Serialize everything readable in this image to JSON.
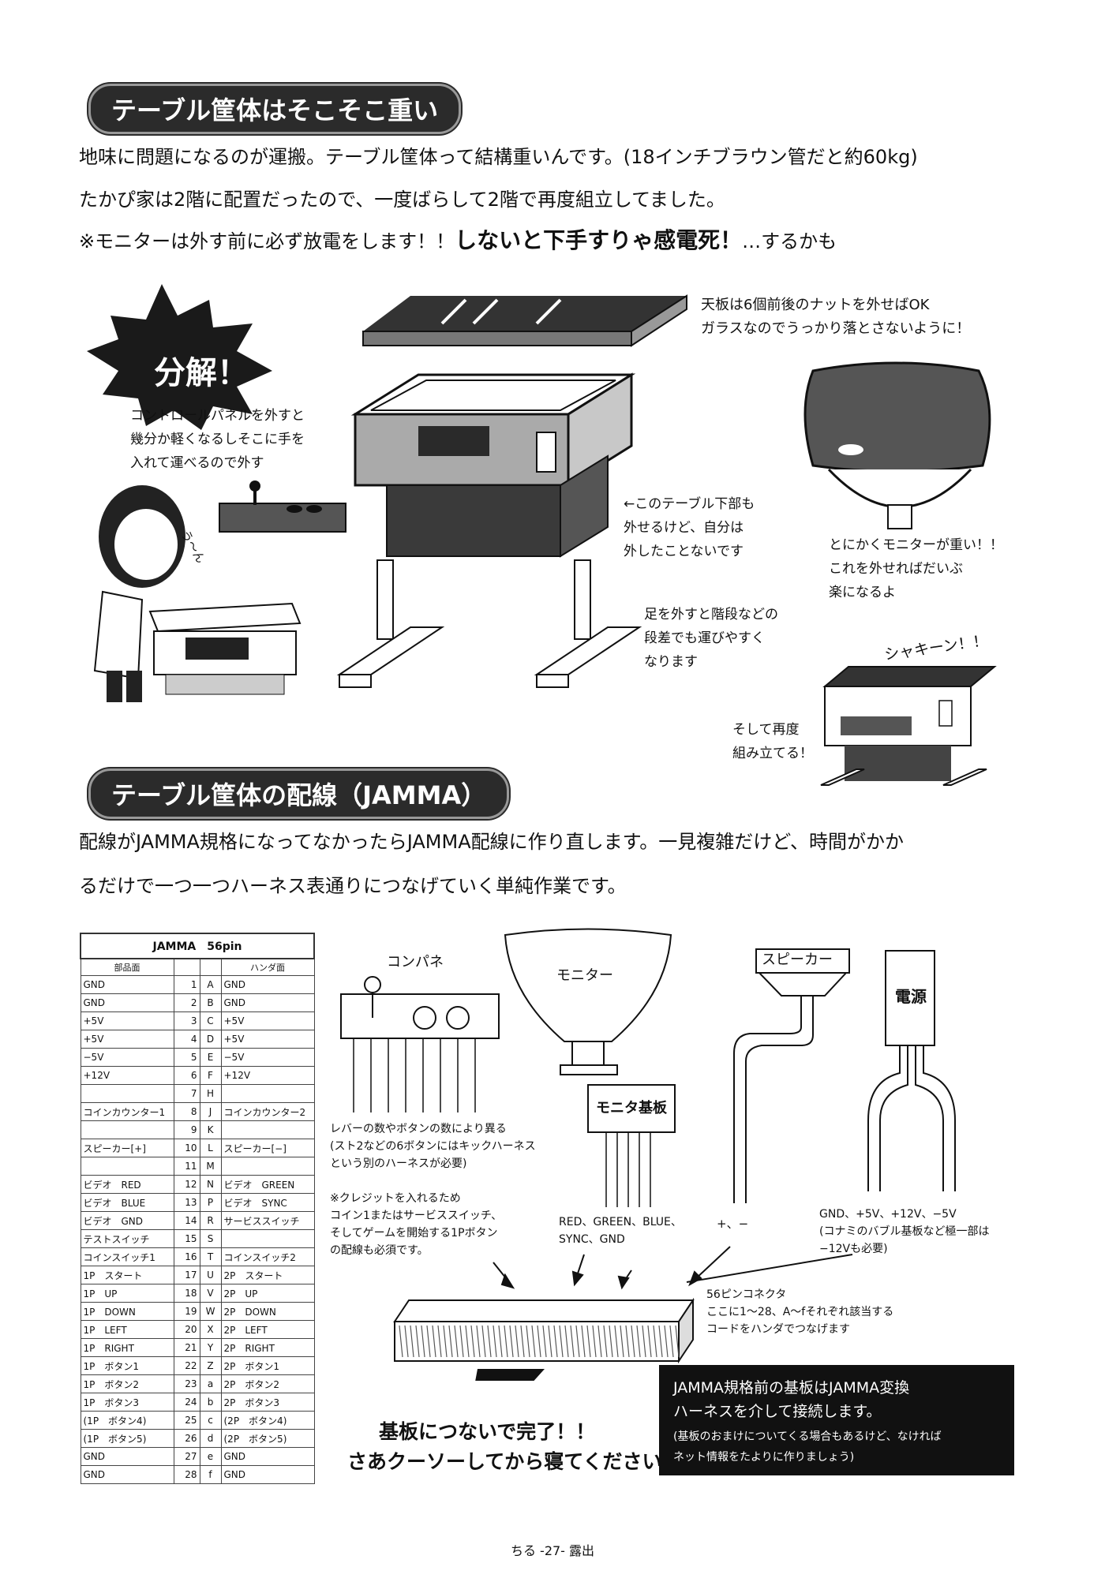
{
  "section1": {
    "heading": "テーブル筐体はそこそこ重い",
    "para1": "地味に問題になるのが運搬。テーブル筐体って結構重いんです。(18インチブラウン管だと約60kg)",
    "para2": "たかぴ家は2階に配置だったので、一度ばらして2階で再度組立してました。",
    "para3_normal": "※モニターは外す前に必ず放電をします！！",
    "para3_bold": "しないと下手すりゃ感電死！",
    "para3_tail": "…するかも"
  },
  "illustration": {
    "burst_text": "分解！",
    "note_top_l1": "天板は6個前後のナットを外せばOK",
    "note_top_l2": "ガラスなのでうっかり落とさないように！",
    "note_panel_l1": "コントロールパネルを外すと",
    "note_panel_l2": "幾分か軽くなるしそこに手を",
    "note_panel_l3": "入れて運べるので外す",
    "groan": "う〜ん",
    "note_lower_l1": "←このテーブル下部も",
    "note_lower_l2": "外せるけど、自分は",
    "note_lower_l3": "外したことないです",
    "note_monitor_l1": "とにかくモニターが重い！！",
    "note_monitor_l2": "これを外せればだいぶ",
    "note_monitor_l3": "楽になるよ",
    "note_legs_l1": "足を外すと階段などの",
    "note_legs_l2": "段差でも運びやすく",
    "note_legs_l3": "なります",
    "shakin": "シャキーン！！",
    "reassemble_l1": "そして再度",
    "reassemble_l2": "組み立てる！"
  },
  "section2": {
    "heading": "テーブル筐体の配線（JAMMA）",
    "para1": "配線がJAMMA規格になってなかったらJAMMA配線に作り直します。一見複雑だけど、時間がかか",
    "para2": "るだけで一つ一つハーネス表通りにつなげていく単純作業です。"
  },
  "jamma_table": {
    "title": "JAMMA　56pin",
    "col_parts": "部品面",
    "col_solder": "ハンダ面",
    "rows": [
      {
        "l": "GND",
        "n": "1",
        "k": "A",
        "r": "GND"
      },
      {
        "l": "GND",
        "n": "2",
        "k": "B",
        "r": "GND"
      },
      {
        "l": "+5V",
        "n": "3",
        "k": "C",
        "r": "+5V"
      },
      {
        "l": "+5V",
        "n": "4",
        "k": "D",
        "r": "+5V"
      },
      {
        "l": "−5V",
        "n": "5",
        "k": "E",
        "r": "−5V"
      },
      {
        "l": "+12V",
        "n": "6",
        "k": "F",
        "r": "+12V"
      },
      {
        "l": "",
        "n": "7",
        "k": "H",
        "r": ""
      },
      {
        "l": "コインカウンター1",
        "n": "8",
        "k": "J",
        "r": "コインカウンター2"
      },
      {
        "l": "",
        "n": "9",
        "k": "K",
        "r": ""
      },
      {
        "l": "スピーカー[+]",
        "n": "10",
        "k": "L",
        "r": "スピーカー[−]"
      },
      {
        "l": "",
        "n": "11",
        "k": "M",
        "r": ""
      },
      {
        "l": "ビデオ　RED",
        "n": "12",
        "k": "N",
        "r": "ビデオ　GREEN"
      },
      {
        "l": "ビデオ　BLUE",
        "n": "13",
        "k": "P",
        "r": "ビデオ　SYNC"
      },
      {
        "l": "ビデオ　GND",
        "n": "14",
        "k": "R",
        "r": "サービススイッチ"
      },
      {
        "l": "テストスイッチ",
        "n": "15",
        "k": "S",
        "r": ""
      },
      {
        "l": "コインスイッチ1",
        "n": "16",
        "k": "T",
        "r": "コインスイッチ2"
      },
      {
        "l": "1P　スタート",
        "n": "17",
        "k": "U",
        "r": "2P　スタート"
      },
      {
        "l": "1P　UP",
        "n": "18",
        "k": "V",
        "r": "2P　UP"
      },
      {
        "l": "1P　DOWN",
        "n": "19",
        "k": "W",
        "r": "2P　DOWN"
      },
      {
        "l": "1P　LEFT",
        "n": "20",
        "k": "X",
        "r": "2P　LEFT"
      },
      {
        "l": "1P　RIGHT",
        "n": "21",
        "k": "Y",
        "r": "2P　RIGHT"
      },
      {
        "l": "1P　ボタン1",
        "n": "22",
        "k": "Z",
        "r": "2P　ボタン1"
      },
      {
        "l": "1P　ボタン2",
        "n": "23",
        "k": "a",
        "r": "2P　ボタン2"
      },
      {
        "l": "1P　ボタン3",
        "n": "24",
        "k": "b",
        "r": "2P　ボタン3"
      },
      {
        "l": "(1P　ボタン4)",
        "n": "25",
        "k": "c",
        "r": "(2P　ボタン4)"
      },
      {
        "l": "(1P　ボタン5)",
        "n": "26",
        "k": "d",
        "r": "(2P　ボタン5)"
      },
      {
        "l": "GND",
        "n": "27",
        "k": "e",
        "r": "GND"
      },
      {
        "l": "GND",
        "n": "28",
        "k": "f",
        "r": "GND"
      }
    ]
  },
  "wiring": {
    "label_panel": "コンパネ",
    "label_monitor": "モニター",
    "label_speaker": "スピーカー",
    "label_power": "電源",
    "label_monitor_board": "モニタ基板",
    "note_panel_l1": "レバーの数やボタンの数により異る",
    "note_panel_l2": "(スト2などの6ボタンにはキックハーネス",
    "note_panel_l3": "という別のハーネスが必要)",
    "note_credit_l1": "※クレジットを入れるため",
    "note_credit_l2": "コイン1またはサービススイッチ、",
    "note_credit_l3": "そしてゲームを開始する1Pボタン",
    "note_credit_l4": "の配線も必須です。",
    "note_video_l1": "RED、GREEN、BLUE、",
    "note_video_l2": "SYNC、GND",
    "note_speaker": "+、−",
    "note_power_l1": "GND、+5V、+12V、−5V",
    "note_power_l2": "(コナミのバブル基板など極一部は",
    "note_power_l3": "−12Vも必要)",
    "note_connector_l1": "56ピンコネクタ",
    "note_connector_l2": "ここに1〜28、A〜fそれぞれ該当する",
    "note_connector_l3": "コードをハンダでつなげます",
    "done_l1": "基板につないで完了！！",
    "done_l2": "さあクーソーしてから寝てください",
    "box_l1": "JAMMA規格前の基板はJAMMA変換",
    "box_l2": "ハーネスを介して接続します。",
    "box_l3": "(基板のおまけについてくる場合もあるけど、なければ",
    "box_l4": "ネット情報をたよりに作りましょう)"
  },
  "footer": "ちる -27- 露出"
}
